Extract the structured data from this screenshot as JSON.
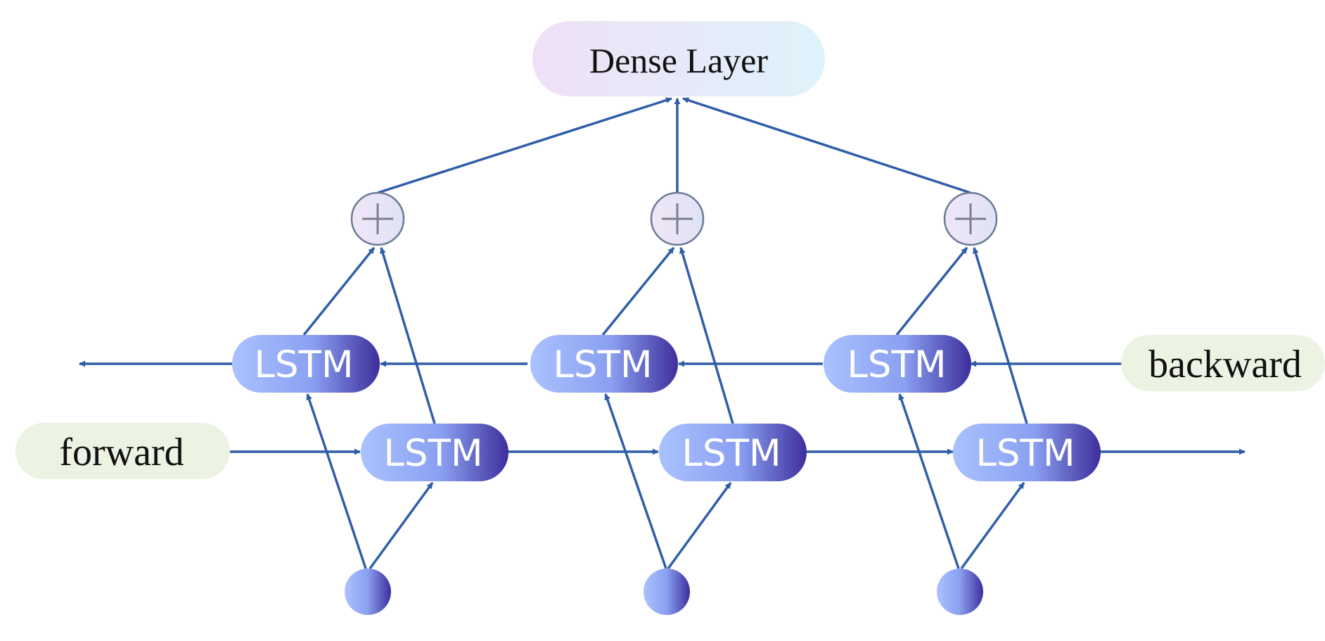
{
  "dense": {
    "label": "Dense Layer"
  },
  "labels": {
    "forward": "forward",
    "backward": "backward"
  },
  "backward_lstm": [
    {
      "label": "LSTM"
    },
    {
      "label": "LSTM"
    },
    {
      "label": "LSTM"
    }
  ],
  "forward_lstm": [
    {
      "label": "LSTM"
    },
    {
      "label": "LSTM"
    },
    {
      "label": "LSTM"
    }
  ],
  "sum_nodes": [
    {
      "symbol": "plus"
    },
    {
      "symbol": "plus"
    },
    {
      "symbol": "plus"
    }
  ],
  "inputs": [
    {},
    {},
    {}
  ],
  "colors": {
    "arrow": "#2f5ea8",
    "lstm_light": "#aac2ff",
    "lstm_dark": "#3d2f9c",
    "dense_left": "#efe0f6",
    "dense_right": "#def3fb",
    "label_bg": "#edf3e3",
    "sum_fill": "#e6e4f6",
    "sum_stroke": "#6a7a96"
  }
}
